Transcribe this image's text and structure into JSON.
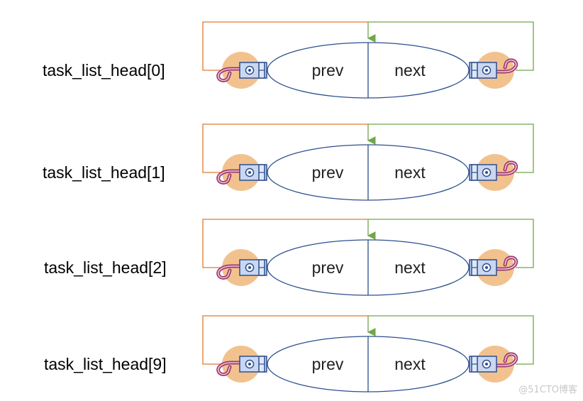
{
  "rows": [
    {
      "label": "task_list_head[0]",
      "prev": "prev",
      "next": "next"
    },
    {
      "label": "task_list_head[1]",
      "prev": "prev",
      "next": "next"
    },
    {
      "label": "task_list_head[2]",
      "prev": "prev",
      "next": "next"
    },
    {
      "label": "task_list_head[9]",
      "prev": "prev",
      "next": "next"
    }
  ],
  "watermark": "@51CTO博客",
  "colors": {
    "prev_link": "#e07a30",
    "next_link": "#6fa84a",
    "ellipse": "#2e4e8f",
    "hook_blob": "#f2c28e",
    "hook": "#9b3a6e",
    "connector_fill": "#c9d7f0",
    "connector_stroke": "#2e4e8f"
  },
  "icons": [
    "left-hook-icon",
    "right-hook-icon",
    "connector-icon"
  ]
}
